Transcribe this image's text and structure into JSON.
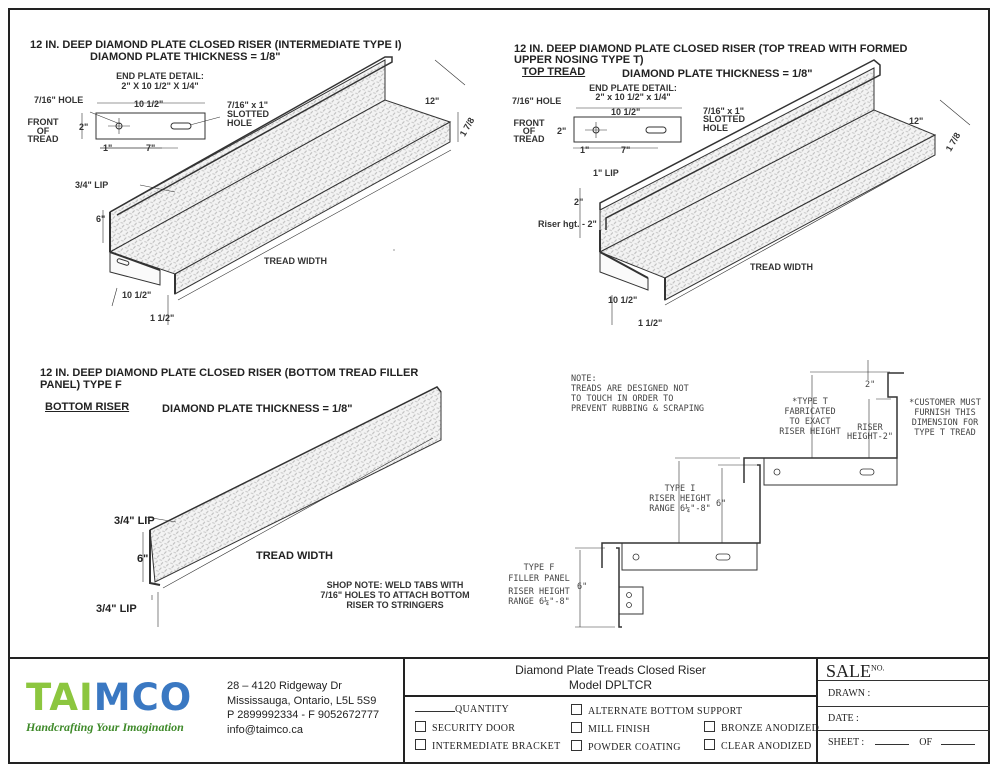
{
  "drawing_intermediate": {
    "title": "12 IN. DEEP DIAMOND PLATE CLOSED RISER (INTERMEDIATE TYPE I)",
    "thickness": "DIAMOND PLATE THICKNESS = 1/8\"",
    "end_plate_title": "END PLATE DETAIL:",
    "end_plate_dims": "2\" X 10 1/2\" X 1/4\"",
    "hole": "7/16\" HOLE",
    "plate_length": "10 1/2\"",
    "slot_1": "7/16\" x 1\"",
    "slot_2": "SLOTTED",
    "slot_3": "HOLE",
    "front_1": "FRONT",
    "front_2": "OF",
    "front_3": "TREAD",
    "plate_height": "2\"",
    "dim_1": "1\"",
    "dim_7": "7\"",
    "depth": "12\"",
    "nose": "1 7/8",
    "lip": "3/4\" LIP",
    "riser": "6\"",
    "tread_width": "TREAD WIDTH",
    "bottom_len": "10 1/2\"",
    "bottom_gap": "1 1/2\""
  },
  "drawing_top": {
    "title_1": "12 IN. DEEP DIAMOND PLATE CLOSED RISER (TOP TREAD WITH FORMED",
    "title_2": "UPPER NOSING TYPE T)",
    "subtitle": "TOP TREAD",
    "thickness": "DIAMOND PLATE THICKNESS = 1/8\"",
    "end_plate_title": "END PLATE DETAIL:",
    "end_plate_dims": "2\" x 10 1/2\" x 1/4\"",
    "hole": "7/16\" HOLE",
    "plate_length": "10 1/2\"",
    "slot_1": "7/16\" x 1\"",
    "slot_2": "SLOTTED",
    "slot_3": "HOLE",
    "front_1": "FRONT",
    "front_2": "OF",
    "front_3": "TREAD",
    "plate_height": "2\"",
    "dim_1": "1\"",
    "dim_7": "7\"",
    "depth": "12\"",
    "nose": "1 7/8",
    "lip": "1\" LIP",
    "upper": "2\"",
    "riser": "Riser hgt. - 2\"",
    "tread_width": "TREAD WIDTH",
    "bottom_len": "10 1/2\"",
    "bottom_gap": "1 1/2\""
  },
  "drawing_bottom": {
    "title_1": "12 IN. DEEP DIAMOND PLATE CLOSED RISER (BOTTOM TREAD FILLER",
    "title_2": "PANEL) TYPE F",
    "subtitle": "BOTTOM RISER",
    "thickness": "DIAMOND PLATE THICKNESS = 1/8\"",
    "lip_top": "3/4\" LIP",
    "riser": "6\"",
    "tread_width": "TREAD WIDTH",
    "lip_bottom": "3/4\" LIP",
    "shop_1": "SHOP NOTE:  WELD TABS WITH",
    "shop_2": "7/16\" HOLES TO ATTACH BOTTOM",
    "shop_3": "RISER TO STRINGERS"
  },
  "drawing_profile": {
    "note_1": "NOTE:",
    "note_2": "TREADS ARE DESIGNED NOT",
    "note_3": "TO TOUCH IN ORDER TO",
    "note_4": "PREVENT RUBBING & SCRAPING",
    "t_1": "*TYPE T",
    "t_2": "FABRICATED",
    "t_3": "TO EXACT",
    "t_4": "RISER HEIGHT",
    "top_dim": "2\"",
    "rh_1": "RISER",
    "rh_2": "HEIGHT-2\"",
    "cust_1": "*CUSTOMER MUST",
    "cust_2": "FURNISH THIS",
    "cust_3": "DIMENSION FOR",
    "cust_4": "TYPE T TREAD",
    "i_1": "TYPE I",
    "i_2": "RISER HEIGHT",
    "i_3": "RANGE 6¼\"-8\"",
    "i_dim": "6\"",
    "f_1": "TYPE F",
    "f_2": "FILLER PANEL",
    "f_3": "RISER HEIGHT",
    "f_4": "RANGE 6¼\"-8\"",
    "f_dim": "6\""
  },
  "title_block": {
    "logo_text": "TAIMCO",
    "tagline": "Handcrafting Your Imagination",
    "address_1": "28 – 4120 Ridgeway Dr",
    "address_2": "Mississauga, Ontario, L5L 5S9",
    "phone": "P 2899992334 - F 9052672777",
    "email": "info@taimco.ca",
    "title_1": "Diamond Plate Treads Closed Riser",
    "title_2": "Model DPLTCR",
    "quantity": "QUANTITY",
    "options": [
      "SECURITY DOOR",
      "INTERMEDIATE BRACKET",
      "ALTERNATE BOTTOM SUPPORT",
      "MILL FINISH",
      "POWDER COATING",
      "BRONZE ANODIZED",
      "CLEAR ANODIZED"
    ],
    "sale": "SALE",
    "sale_no": "NO.",
    "drawn": "DRAWN :",
    "date": "DATE :",
    "sheet": "SHEET :",
    "of": "OF"
  },
  "colors": {
    "logo_green": "#8cc63f",
    "logo_blue": "#3a78c2",
    "tagline": "#3f8a2a"
  }
}
